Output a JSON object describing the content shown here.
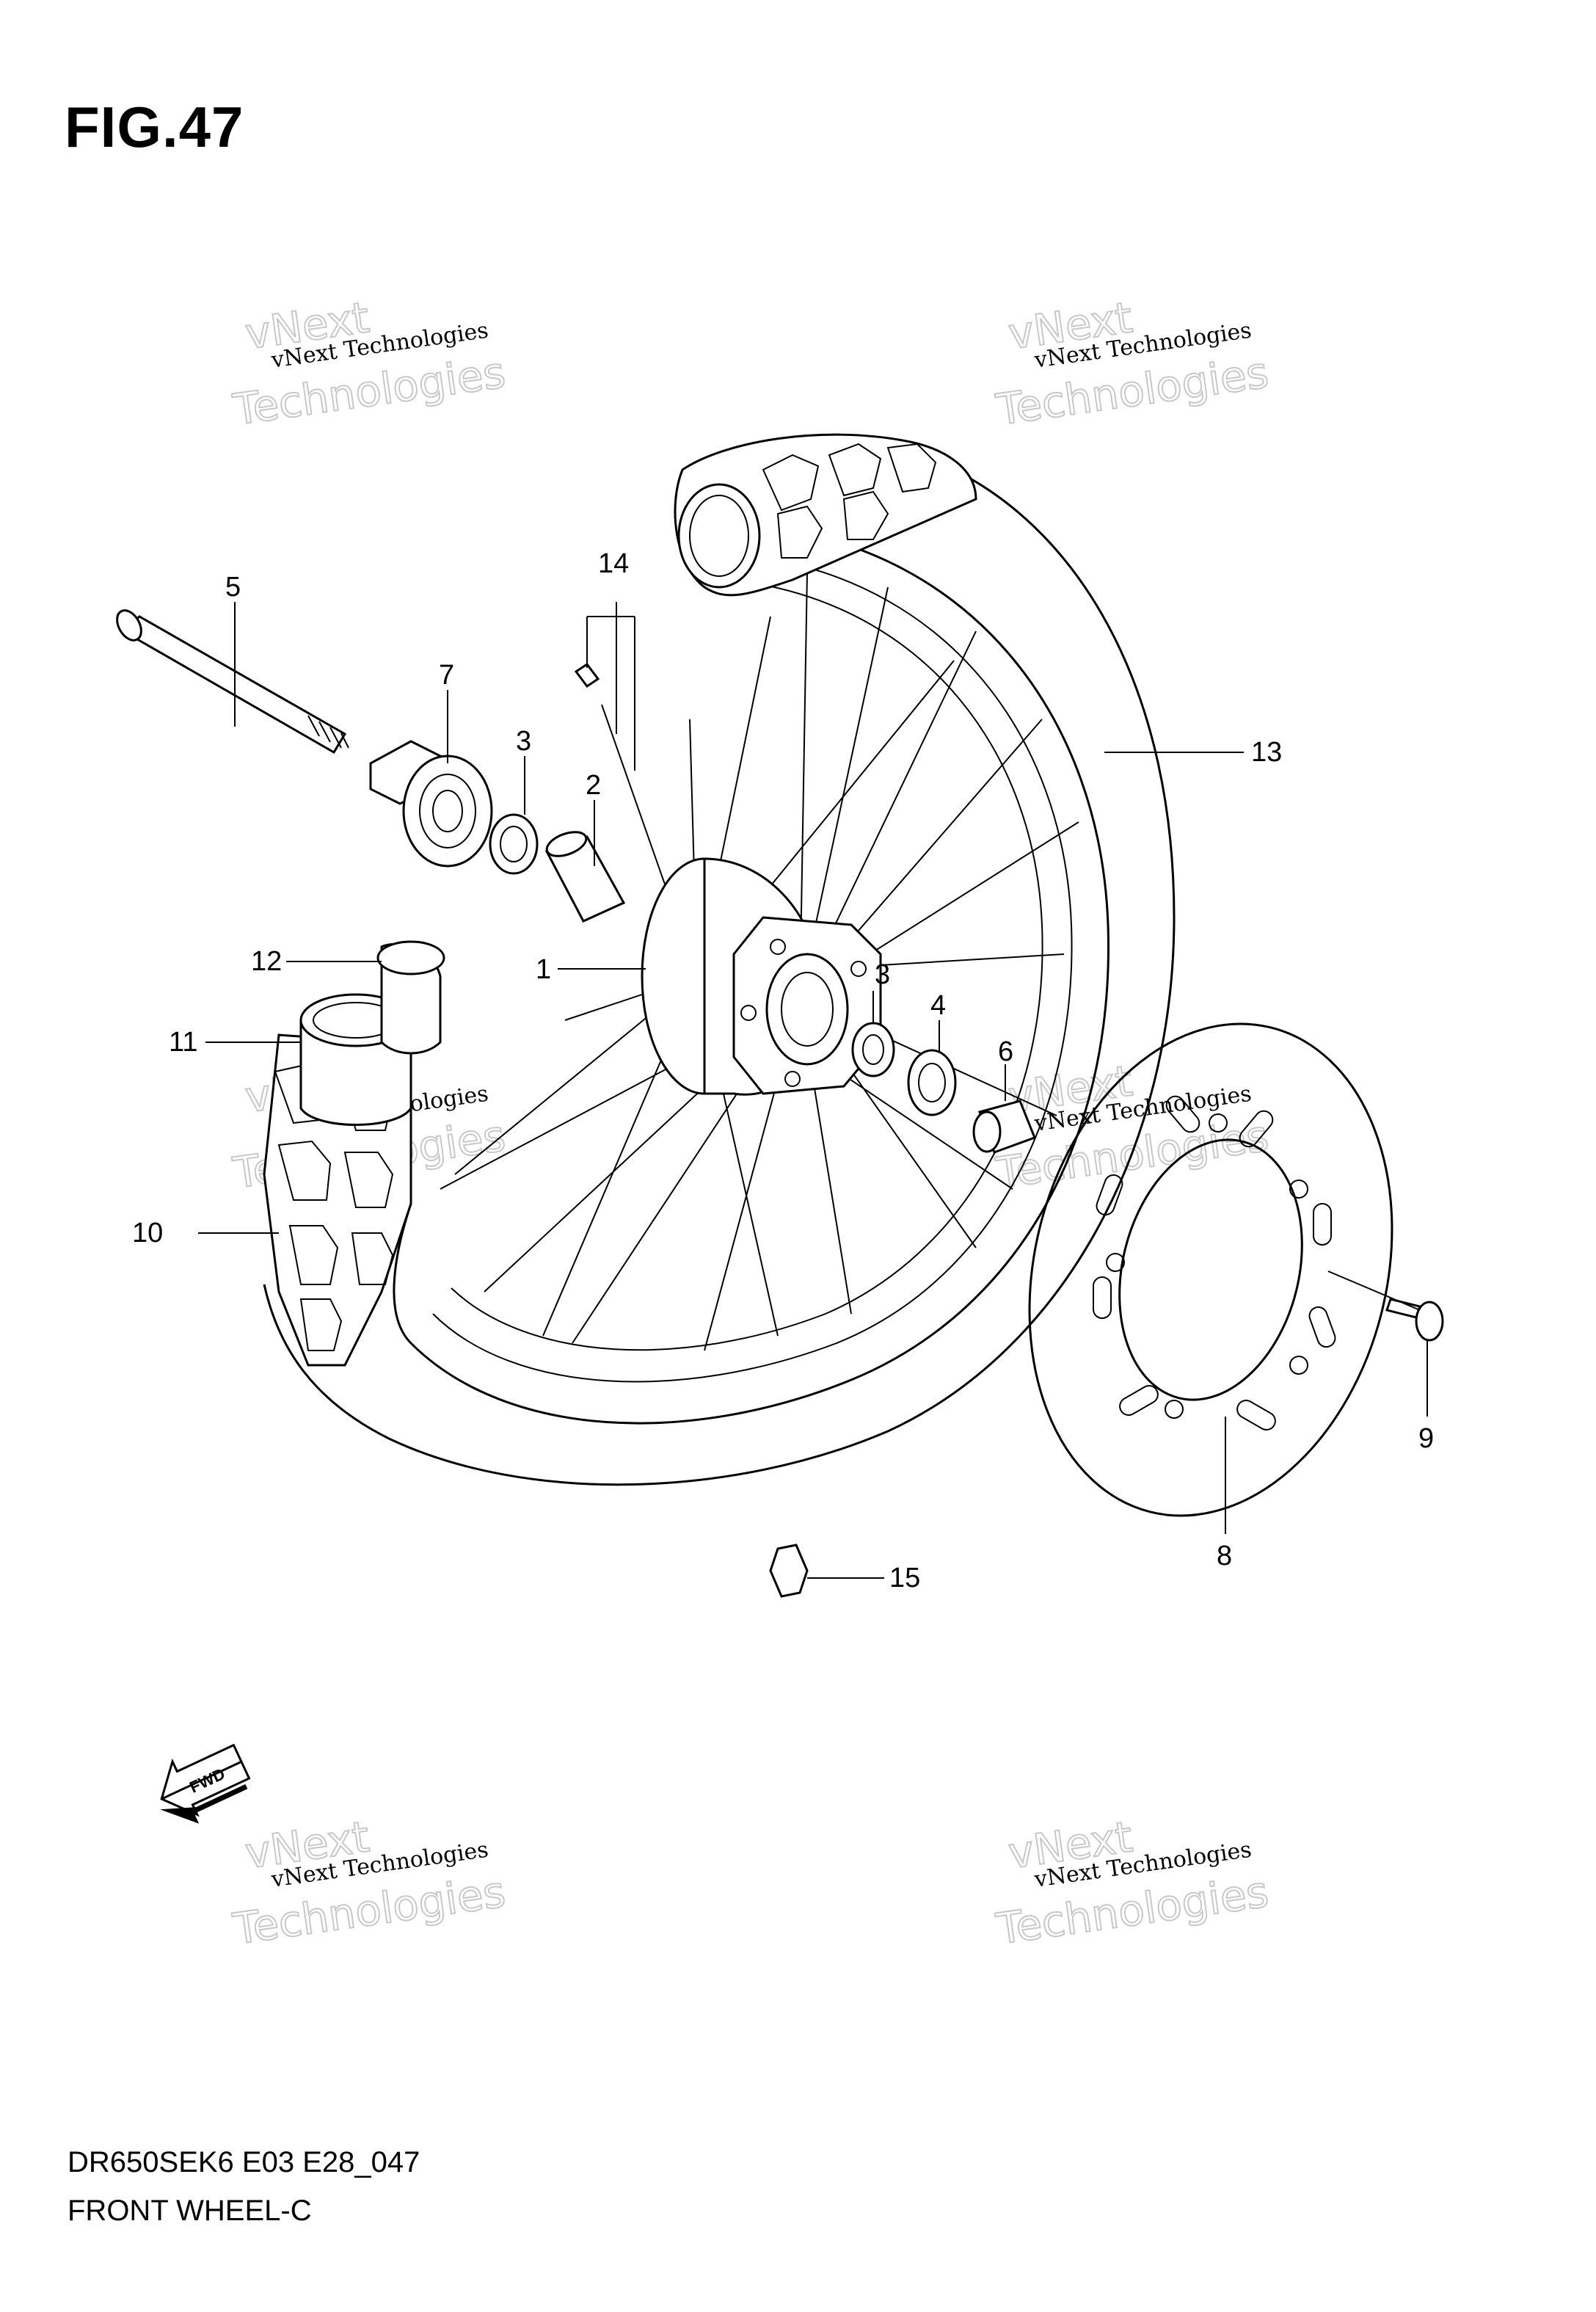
{
  "figure": {
    "title": "FIG.47",
    "model_code": "DR650SEK6 E03 E28_047",
    "section_name": "FRONT WHEEL-C"
  },
  "watermark": {
    "line1": "vNext",
    "line2": "vNext Technologies",
    "line3": "Technologies"
  },
  "fwd_label": "FWD",
  "callouts": [
    "1",
    "2",
    "3",
    "3",
    "4",
    "5",
    "6",
    "7",
    "8",
    "9",
    "10",
    "11",
    "12",
    "13",
    "14",
    "15"
  ]
}
